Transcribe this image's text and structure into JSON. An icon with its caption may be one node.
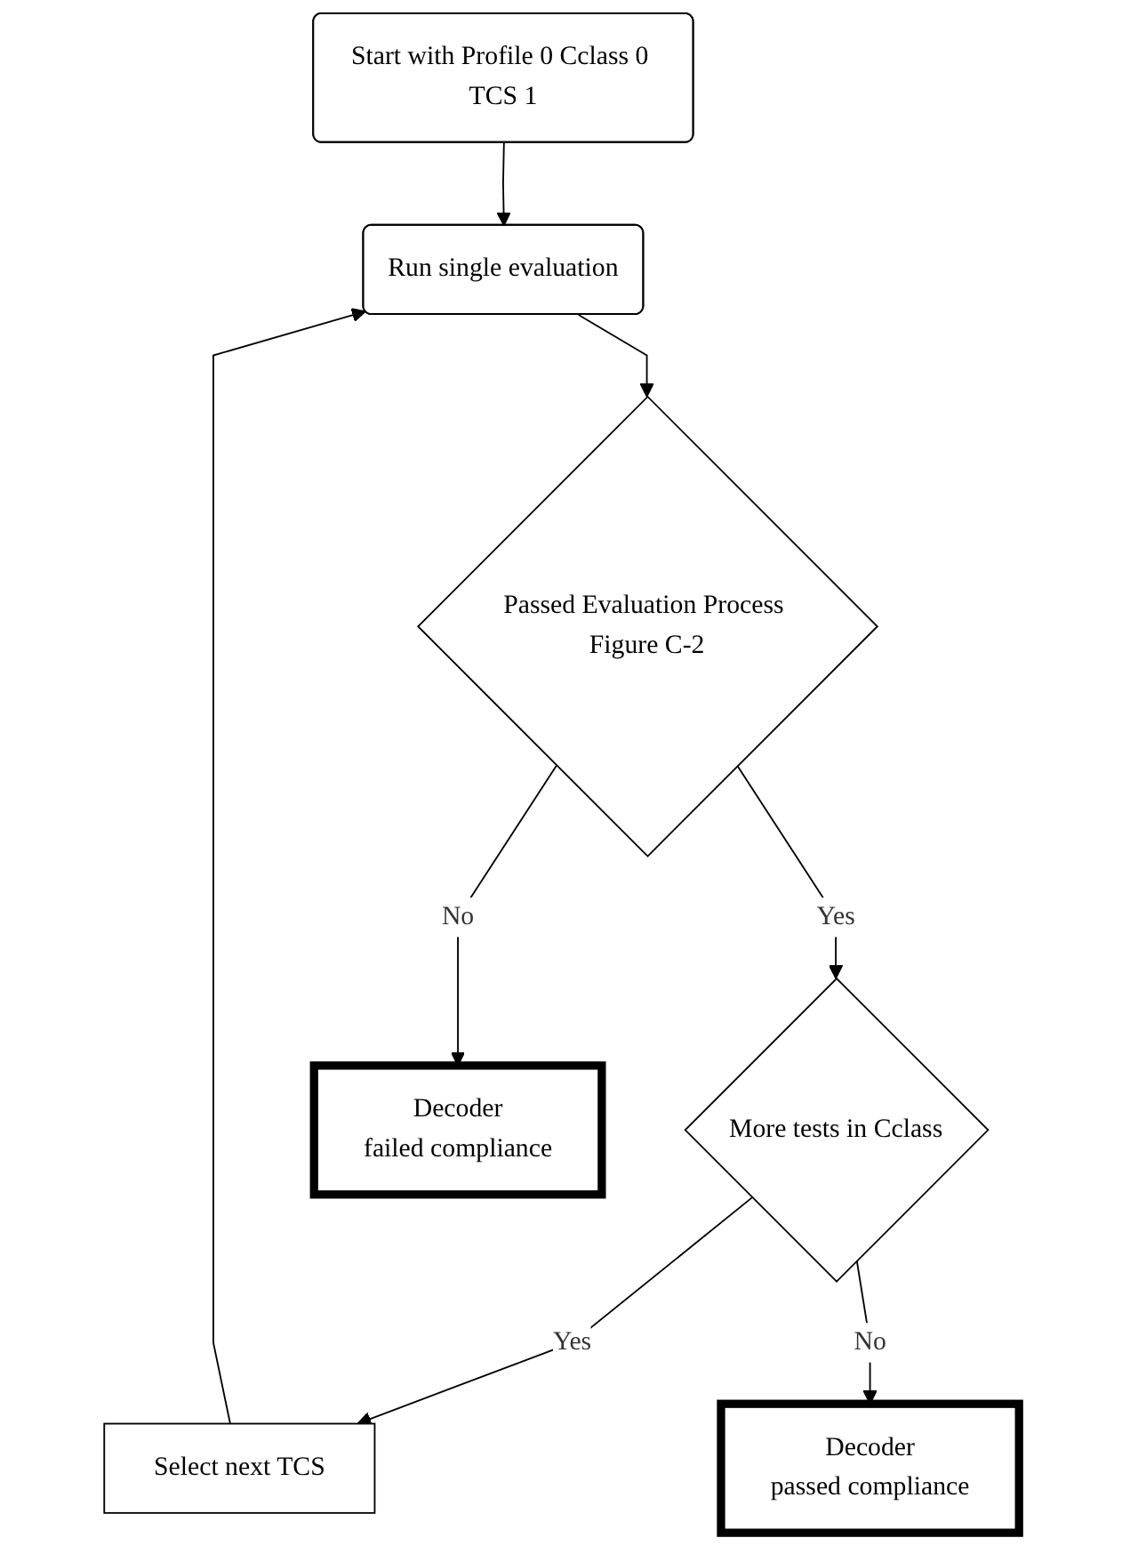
{
  "diagram": {
    "nodes": [
      {
        "text": [
          "Start with Profile 0 Cclass 0 TCS 1"
        ]
      },
      {
        "text": [
          "Select next TCS"
        ]
      },
      {
        "text": [
          "Run single evaluation"
        ]
      },
      {
        "text": [
          "Passed Evaluation Process Figure C-2"
        ]
      },
      {
        "text": [
          "More tests in Cclass"
        ]
      },
      {
        "text": [
          "Decoder",
          "failed compliance"
        ]
      },
      {
        "text": [
          "Decoder",
          "passed compliance"
        ]
      }
    ],
    "edges": [
      {
        "from": 0,
        "to": 2,
        "arrow": "to"
      },
      {
        "from": 1,
        "to": 2,
        "arrow": "to"
      },
      {
        "from": 2,
        "to": 3,
        "arrow": "to"
      },
      {
        "from": 3,
        "to": 4,
        "arrow": "to",
        "label": "Yes"
      },
      {
        "from": 4,
        "to": 1,
        "arrow": "to",
        "label": "Yes"
      },
      {
        "from": 3,
        "to": 5,
        "arrow": "to",
        "label": "No"
      },
      {
        "from": 4,
        "to": 6,
        "arrow": "to",
        "label": "No"
      }
    ]
  }
}
